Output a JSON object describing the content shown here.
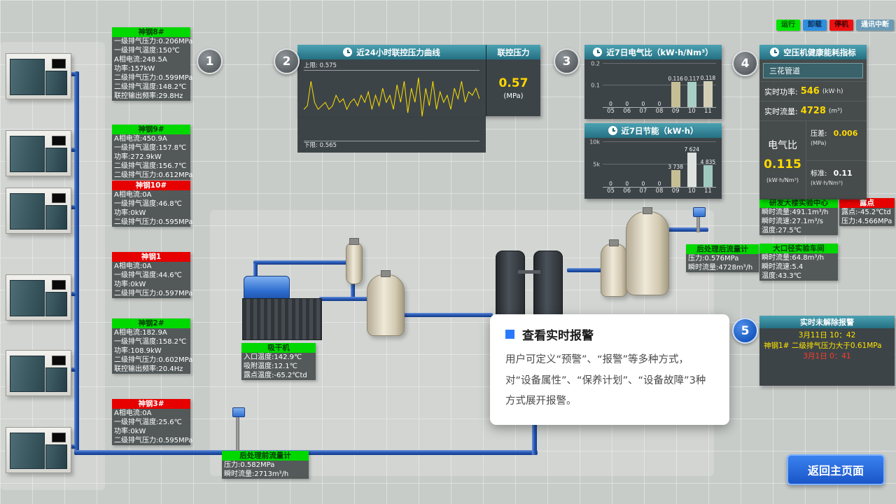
{
  "legend": {
    "items": [
      {
        "key": "running",
        "label": "运行",
        "color": "#00e400",
        "text_color": "#054d05"
      },
      {
        "key": "unload",
        "label": "卸载",
        "color": "#2f8fde",
        "text_color": "#0a2f5c"
      },
      {
        "key": "stopped",
        "label": "停机",
        "color": "#ee1111",
        "text_color": "#3c0505"
      },
      {
        "key": "comm-lost",
        "label": "通讯中断",
        "color": "#6b9ab5",
        "text_color": "#ffffff"
      }
    ]
  },
  "steps": [
    "1",
    "2",
    "3",
    "4",
    "5"
  ],
  "compressors": [
    {
      "name": "神钢8#",
      "status": "run",
      "rows": [
        "一级排气压力:0.206MPa",
        "一级排气温度:150℃",
        "A相电流:248.5A",
        "功率:157kW",
        "二级排气压力:0.599MPa",
        "二级排气温度:148.2℃",
        "联控输出频率:29.8Hz"
      ]
    },
    {
      "name": "神钢9#",
      "status": "run",
      "rows": [
        "A相电流:450.9A",
        "一级排气温度:157.8℃",
        "功率:272.9kW",
        "二级排气温度:156.7℃",
        "二级排气压力:0.612MPa"
      ]
    },
    {
      "name": "神钢10#",
      "status": "stop",
      "rows": [
        "A相电流:0A",
        "一级排气温度:46.8℃",
        "功率:0kW",
        "二级排气压力:0.595MPa"
      ]
    },
    {
      "name": "神钢1",
      "status": "stop",
      "rows": [
        "A相电流:0A",
        "一级排气温度:44.6℃",
        "功率:0kW",
        "二级排气压力:0.597MPa"
      ]
    },
    {
      "name": "神钢2#",
      "status": "run",
      "rows": [
        "A相电流:182.9A",
        "一级排气温度:158.2℃",
        "功率:108.9kW",
        "二级排气压力:0.602MPa",
        "联控输出频率:20.4Hz"
      ]
    },
    {
      "name": "神钢3#",
      "status": "stop",
      "rows": [
        "A相电流:0A",
        "一级排气温度:25.6℃",
        "功率:0kW",
        "二级排气压力:0.595MPa"
      ]
    }
  ],
  "pressure_panel": {
    "title": "近24小时联控压力曲线",
    "upper_label": "上限:",
    "upper_value": "0.575",
    "lower_label": "下限:",
    "lower_value": "0.565",
    "right_title": "联控压力",
    "value": "0.57",
    "unit": "(MPa)"
  },
  "chart_data": [
    {
      "type": "line",
      "title": "近24小时联控压力曲线",
      "ylim": [
        0.565,
        0.575
      ],
      "upper_limit": 0.575,
      "lower_limit": 0.565,
      "unit": "MPa",
      "color": "#ffe000",
      "values": [
        0.5695,
        0.57,
        0.5735,
        0.5705,
        0.5695,
        0.57,
        0.5705,
        0.5695,
        0.57,
        0.5715,
        0.5705,
        0.571,
        0.5695,
        0.5705,
        0.571,
        0.57,
        0.5715,
        0.5705,
        0.572,
        0.5695,
        0.5715,
        0.57,
        0.5725,
        0.5705,
        0.5715,
        0.5695,
        0.573,
        0.5705,
        0.5735,
        0.569,
        0.5725,
        0.5705,
        0.574,
        0.5685,
        0.5725,
        0.57,
        0.5735,
        0.5695,
        0.572,
        0.5705,
        0.5715,
        0.5695,
        0.5725,
        0.571,
        0.5735,
        0.5705,
        0.572,
        0.5715,
        0.5725,
        0.571
      ]
    },
    {
      "type": "bar",
      "title": "近7日电气比（kW·h/Nm³）",
      "categories": [
        "05",
        "06",
        "07",
        "08",
        "09",
        "10",
        "11"
      ],
      "values": [
        0,
        0,
        0,
        0,
        0.116,
        0.117,
        0.118
      ],
      "labels": [
        "0",
        "0",
        "0",
        "0",
        "0.116",
        "0.117",
        "0.118"
      ],
      "ylim": [
        0,
        0.2
      ],
      "yticks": [
        {
          "label": "0.1",
          "value": 0.1
        },
        {
          "label": "0.2",
          "value": 0.2
        }
      ],
      "bar_colors": [
        null,
        null,
        null,
        null,
        "#c6bf95",
        "#a9cec4",
        "#d3cfb6"
      ]
    },
    {
      "type": "bar",
      "title": "近7日节能（kW·h）",
      "categories": [
        "05",
        "06",
        "07",
        "08",
        "09",
        "10",
        "11"
      ],
      "values": [
        0,
        0,
        0,
        0,
        3738,
        7624,
        4835
      ],
      "labels": [
        "0",
        "0",
        "0",
        "0",
        "3 738",
        "7 624",
        "4 835"
      ],
      "ylim": [
        0,
        10000
      ],
      "yticks": [
        {
          "label": "5k",
          "value": 5000
        },
        {
          "label": "10k",
          "value": 10000
        }
      ],
      "bar_colors": [
        null,
        null,
        null,
        null,
        "#c6bf95",
        "#dfe3df",
        "#9fc9bf"
      ]
    }
  ],
  "health": {
    "title": "空压机健康能耗指标",
    "pipeline": "三花管道",
    "power_label": "实时功率:",
    "power_value": "546",
    "power_unit": "(kW·h)",
    "flow_label": "实时流量:",
    "flow_value": "4728",
    "flow_unit": "(m³)",
    "ratio_label": "电气比",
    "ratio_value": "0.115",
    "ratio_unit": "(kW·h/Nm³)",
    "diff_label": "压差:",
    "diff_value": "0.006",
    "diff_unit": "(MPa)",
    "std_label": "标准:",
    "std_value": "0.11",
    "std_unit": "(kW·h/Nm³)"
  },
  "sensor_panels": [
    {
      "id": "sp0",
      "name": "吸干机",
      "status": "run",
      "rows": [
        "入口温度:142.9℃",
        "吸附温度:12.1℃",
        "露点温度:-65.2℃td"
      ]
    },
    {
      "id": "sp1",
      "name": "后处理前流量计",
      "status": "run",
      "rows": [
        "压力:0.582MPa",
        "瞬时流量:2713m³/h"
      ]
    },
    {
      "id": "sp2",
      "name": "后处理后流量计",
      "status": "run",
      "rows": [
        "压力:0.576MPa",
        "瞬时流量:4728m³/h"
      ]
    },
    {
      "id": "sp3",
      "name": "研发大楼实验中心",
      "status": "run",
      "rows": [
        "瞬时流量:491.1m³/h",
        "瞬时流速:27.1m³/s",
        "温度:27.5℃"
      ]
    },
    {
      "id": "sp4",
      "name": "露点",
      "status": "stop",
      "rows": [
        "露点:-45.2℃td",
        "压力:4.566MPa"
      ]
    },
    {
      "id": "sp5",
      "name": "大口径实验车间",
      "status": "run",
      "rows": [
        "瞬时流量:64.8m³/h",
        "瞬时流速:5.4",
        "温度:43.3℃"
      ]
    }
  ],
  "alarms": {
    "title": "实时未解除报警",
    "entries": [
      {
        "text": "3月11日 10：42",
        "color": "#ffe400",
        "center": true
      },
      {
        "text": "神钢1# 二级排气压力大于0.61MPa",
        "color": "#ffe400",
        "center": false
      },
      {
        "text": "3月1日 0：41",
        "color": "#ff3b2a",
        "center": true
      }
    ]
  },
  "tooltip": {
    "title": "查看实时报警",
    "body": "用户可定义“预警”、“报警”等多种方式，对“设备属性”、“保养计划”、“设备故障”3种方式展开报警。"
  },
  "buttons": {
    "back": "返回主页面"
  },
  "icons": {
    "panel_header": "clock-icon"
  }
}
